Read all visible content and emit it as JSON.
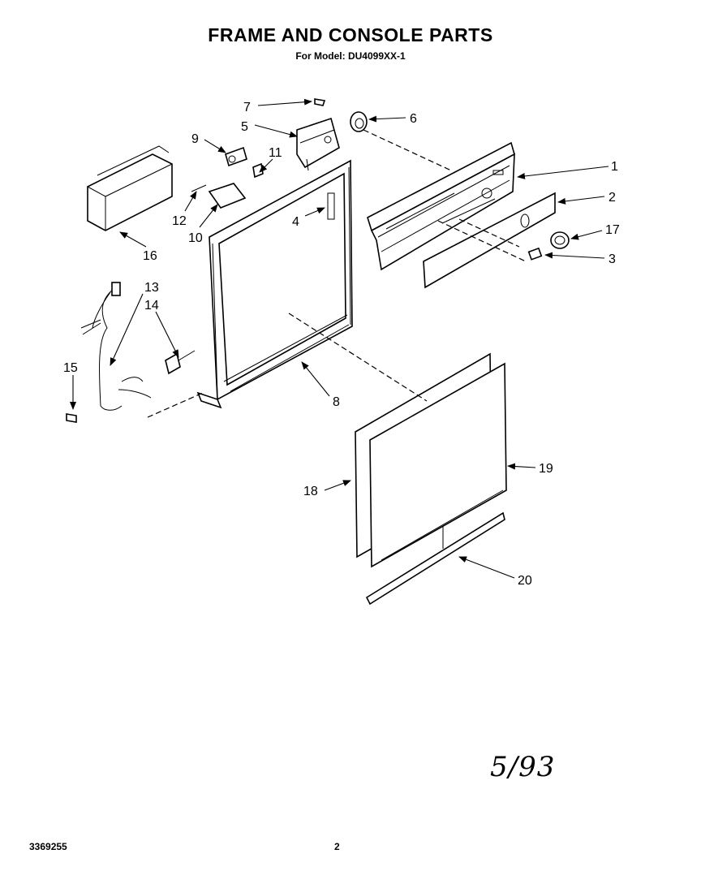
{
  "title": "FRAME AND CONSOLE PARTS",
  "subtitle": "For Model: DU4099XX-1",
  "callouts": [
    "1",
    "2",
    "3",
    "4",
    "5",
    "6",
    "7",
    "8",
    "9",
    "10",
    "11",
    "12",
    "13",
    "14",
    "15",
    "16",
    "17",
    "18",
    "19",
    "20"
  ],
  "handwritten_date": "5/93",
  "footer": {
    "doc_number": "3369255",
    "page_number": "2"
  }
}
